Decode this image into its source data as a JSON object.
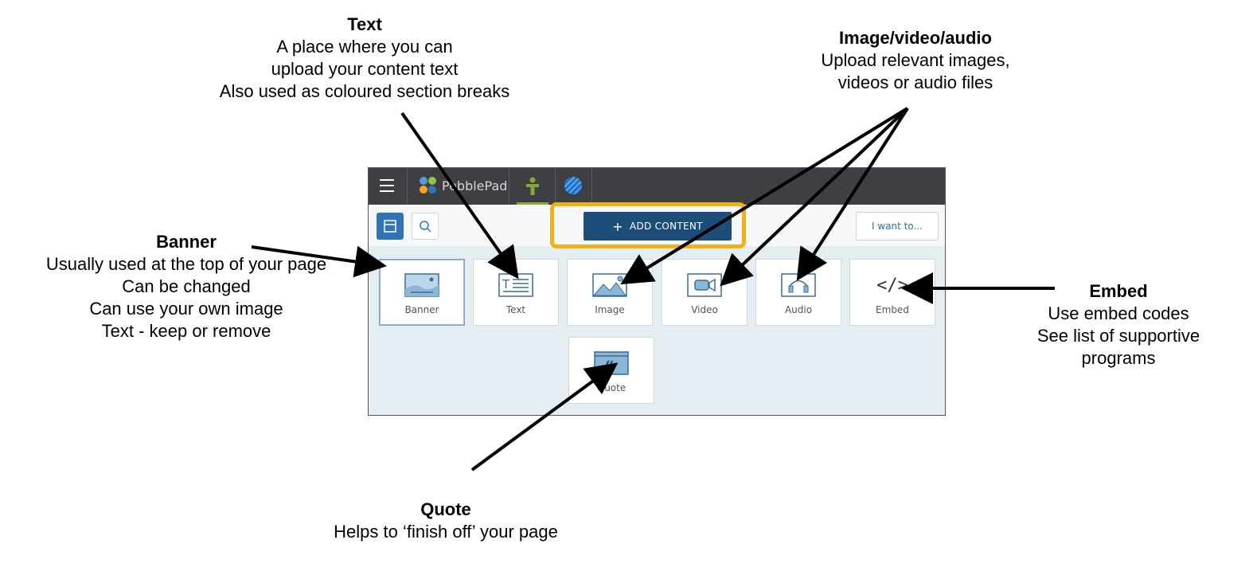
{
  "annotations": {
    "text": {
      "title": "Text",
      "lines": [
        "A place where you can",
        "upload your content text",
        "Also used as coloured section breaks"
      ]
    },
    "media": {
      "title": "Image/video/audio",
      "lines": [
        "Upload relevant images,",
        "videos or audio files"
      ]
    },
    "banner": {
      "title": "Banner",
      "lines": [
        "Usually used at the top of your page",
        "Can be changed",
        "Can use your own image",
        "Text - keep or remove"
      ]
    },
    "embed": {
      "title": "Embed",
      "lines": [
        "Use embed codes",
        "See list of supportive",
        "programs"
      ]
    },
    "quote": {
      "title": "Quote",
      "lines": [
        "Helps to ‘finish off’ your page"
      ]
    }
  },
  "app": {
    "brand": "PebblePad",
    "add_content_label": "ADD CONTENT",
    "i_want_to_label": "I want to...",
    "tiles": [
      {
        "label": "Banner",
        "icon": "banner-icon"
      },
      {
        "label": "Text",
        "icon": "text-icon"
      },
      {
        "label": "Image",
        "icon": "image-icon"
      },
      {
        "label": "Video",
        "icon": "video-icon"
      },
      {
        "label": "Audio",
        "icon": "audio-icon"
      },
      {
        "label": "Embed",
        "icon": "embed-icon",
        "glyph": "</>"
      },
      {
        "label": "Quote",
        "icon": "quote-icon",
        "glyph": "“"
      }
    ],
    "colors": {
      "topbar": "#3e3f43",
      "primary": "#1d4e79",
      "highlight": "#f3b117",
      "accent_green": "#8aa737",
      "canvas": "#e4eef2"
    }
  }
}
